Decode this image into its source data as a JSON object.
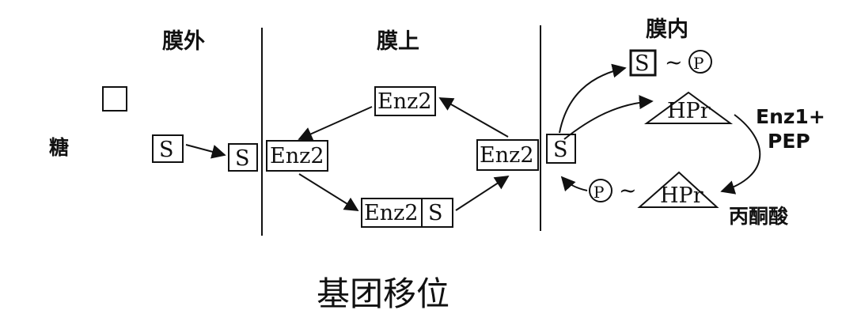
{
  "headers": {
    "outside": "膜外",
    "on_membrane": "膜上",
    "inside": "膜内"
  },
  "sugar_label": "糖",
  "substrate": "S",
  "enzyme2": "Enz2",
  "enzyme2_complex": {
    "enz": "Enz2",
    "s": "S"
  },
  "hpr": "HPr",
  "phosphate": "P",
  "tilde": "~",
  "enz1_pep": {
    "line1": "Enz1+",
    "line2": "PEP"
  },
  "pyruvate": "丙酮酸",
  "caption": "基团移位"
}
